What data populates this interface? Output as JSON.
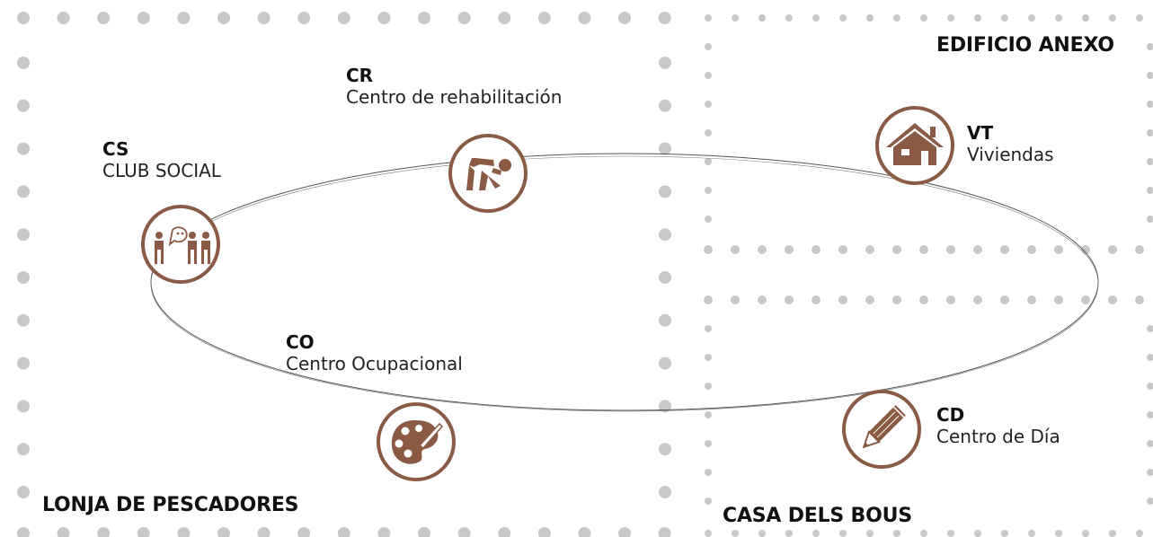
{
  "colors": {
    "accent": "#8a5a44",
    "dots": "#c8c8c8",
    "ellipse": "#555555"
  },
  "areas": {
    "lonja": "LONJA DE PESCADORES",
    "anexo": "EDIFICIO ANEXO",
    "bous": "CASA DELS BOUS"
  },
  "services": {
    "cr": {
      "code": "CR",
      "name": "Centro de rehabilitación",
      "icon": "exercise-stretching-icon"
    },
    "cs": {
      "code": "CS",
      "name": "CLUB SOCIAL",
      "icon": "people-talking-icon"
    },
    "co": {
      "code": "CO",
      "name": "Centro Ocupacional",
      "icon": "palette-icon"
    },
    "vt": {
      "code": "VT",
      "name": "Viviendas",
      "icon": "house-icon"
    },
    "cd": {
      "code": "CD",
      "name": "Centro de Día",
      "icon": "pencil-icon"
    }
  }
}
